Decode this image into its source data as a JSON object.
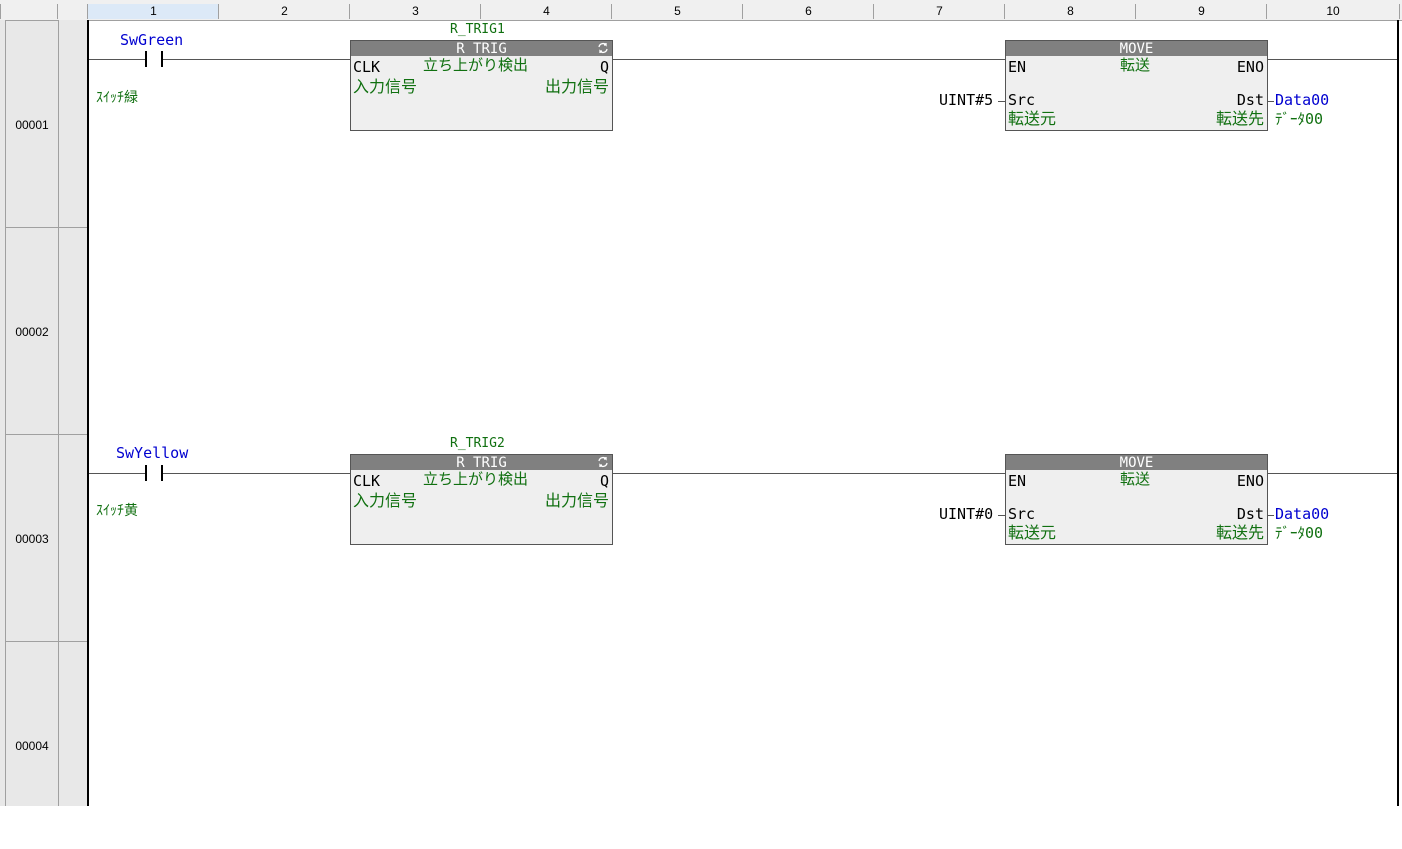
{
  "columns": [
    "1",
    "2",
    "3",
    "4",
    "5",
    "6",
    "7",
    "8",
    "9",
    "10"
  ],
  "rows": [
    "00001",
    "00002",
    "00003",
    "00004"
  ],
  "rungs": [
    {
      "contact": {
        "variable": "SwGreen",
        "comment": "ｽｲｯﾁ緑"
      },
      "fb": {
        "instance": "R_TRIG1",
        "type": "R_TRIG",
        "desc": "立ち上がり検出",
        "in_pin": "CLK",
        "in_comment": "入力信号",
        "out_pin": "Q",
        "out_comment": "出力信号"
      },
      "move": {
        "type": "MOVE",
        "desc": "転送",
        "en": "EN",
        "eno": "ENO",
        "src": "Src",
        "src_comment": "転送元",
        "dst": "Dst",
        "dst_comment": "転送先",
        "src_value": "UINT#5",
        "dst_var": "Data00",
        "dst_var_comment": "ﾃﾞｰﾀ00"
      }
    },
    {
      "contact": {
        "variable": "SwYellow",
        "comment": "ｽｲｯﾁ黄"
      },
      "fb": {
        "instance": "R_TRIG2",
        "type": "R_TRIG",
        "desc": "立ち上がり検出",
        "in_pin": "CLK",
        "in_comment": "入力信号",
        "out_pin": "Q",
        "out_comment": "出力信号"
      },
      "move": {
        "type": "MOVE",
        "desc": "転送",
        "en": "EN",
        "eno": "ENO",
        "src": "Src",
        "src_comment": "転送元",
        "dst": "Dst",
        "dst_comment": "転送先",
        "src_value": "UINT#0",
        "dst_var": "Data00",
        "dst_var_comment": "ﾃﾞｰﾀ00"
      }
    }
  ],
  "icons": {
    "fb_refresh": "refresh-icon"
  }
}
